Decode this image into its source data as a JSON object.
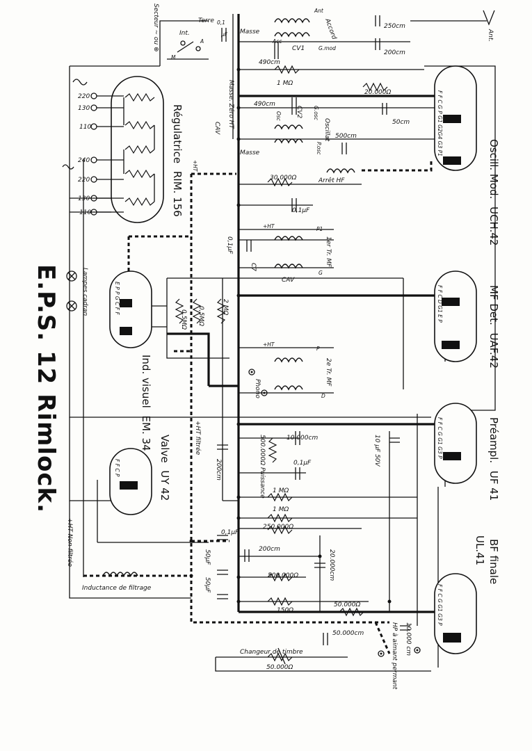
{
  "title": "E.P.S. 12 Rimlock.",
  "tubes": {
    "uch42": {
      "function": "Oscill. Mod.",
      "type": "UCH.42",
      "pins": [
        "F",
        "F",
        "C",
        "G",
        "P",
        "G1",
        "G2 G4",
        "G3",
        "P1"
      ]
    },
    "uaf42": {
      "function": "MF Det.",
      "type": "UAF.42",
      "pins": [
        "F",
        "F",
        "C",
        "D",
        "G1",
        "E",
        "P"
      ]
    },
    "uf41": {
      "function": "Préampl.",
      "type": "UF 41",
      "pins": [
        "F",
        "F",
        "C",
        "G",
        "G1",
        "G3",
        "P"
      ]
    },
    "ul41": {
      "function": "BF finale",
      "type": "UL.41",
      "pins": [
        "F",
        "F",
        "C",
        "G",
        "G1",
        "G3",
        "P"
      ]
    },
    "uy42": {
      "function": "Valve",
      "type": "UY 42",
      "pins": [
        "F",
        "F",
        "C",
        "P"
      ]
    },
    "em34": {
      "function": "Ind. visuel",
      "type": "EM. 34",
      "pins": [
        "E",
        "P",
        "P",
        "G",
        "C",
        "F",
        "F"
      ]
    },
    "rim156": {
      "function": "Régulatrice",
      "type": "RIM. 156",
      "taps": [
        "220",
        "130",
        "110",
        "240",
        "220",
        "130",
        "110"
      ]
    }
  },
  "labels": {
    "secteur": "Secteur ~ ou ⊕",
    "int": "Int.",
    "terre": "Terre",
    "masse1": "Masse",
    "ant": "Ant",
    "accord": "Accord",
    "cv1": "CV1",
    "acc": "Acc",
    "gmod": "G.mod",
    "c_250cm": "250cm",
    "vant": "Ant.",
    "c_200cm_top": "200cm",
    "c_490cm_a": "490cm",
    "r_1mohm_top": "1 MΩ",
    "r_20k": "20.000Ω",
    "masse_zero_ht": "Masse. Zéro HT",
    "c_490cm_b": "490cm",
    "cv2": "CV2",
    "osc": "Osc",
    "gosc": "G.osc",
    "oscillat": "Oscillat",
    "c_50cm": "50cm",
    "cav_top": "CAV",
    "c_500cm": "500cm",
    "posc": "P.osc",
    "masse2": "Masse",
    "arret_hf": "Arrêt HF",
    "plus_ht_a": "+HT",
    "r_30k": "30.000Ω",
    "c_01uf_a": "0,1µF",
    "lampes_cadran": "Lampes cadran",
    "plus_ht_b": "+HT",
    "first_tr_mf": "1er Tr. MF",
    "p1": "P1",
    "c_01uf_b": "0,1µF",
    "c7": "C7",
    "cav_mid": "CAV",
    "g_mf": "G",
    "r_05m_a": "0,5MΩ",
    "r_05m_b": "0,5MΩ",
    "r_2m": "2 MΩ",
    "phono": "Phono",
    "plus_ht_c": "+HT",
    "second_tr_mf": "2e Tr. MF",
    "p_mf2": "P",
    "d_mf2": "D",
    "c_10000cm": "10.000cm",
    "r_500k_puiss": "500.000Ω Puissance",
    "c_10uf_50v": "10 µF 50V",
    "c_200cm_mid": "200cm",
    "plus_ht_filtree": "+HT filtrée",
    "c_01uf_c": "0,1µF",
    "r_1m_a": "1 MΩ",
    "r_1m_b": "1 MΩ",
    "r_250k": "250.000Ω",
    "c_01uf_d": "0,1µF",
    "c_200cm_low": "200cm",
    "c_20000cm": "20.000cm",
    "c_50uf_a": "50µF",
    "r_500k": "500.000Ω",
    "c_50uf_b": "50µF",
    "r_150": "150Ω",
    "r_50k_low": "50.000Ω",
    "plus_ht_non_filtree": "+HT Non filtrée",
    "inductance_filtrage": "Inductance de filtrage",
    "c_10000cm_b": "10.000 cm",
    "hp": "HP à aimant permant",
    "c_50000cm": "50.000cm",
    "changeur_timbre": "Changeur de timbre",
    "r_50k_tone": "50.000Ω"
  }
}
